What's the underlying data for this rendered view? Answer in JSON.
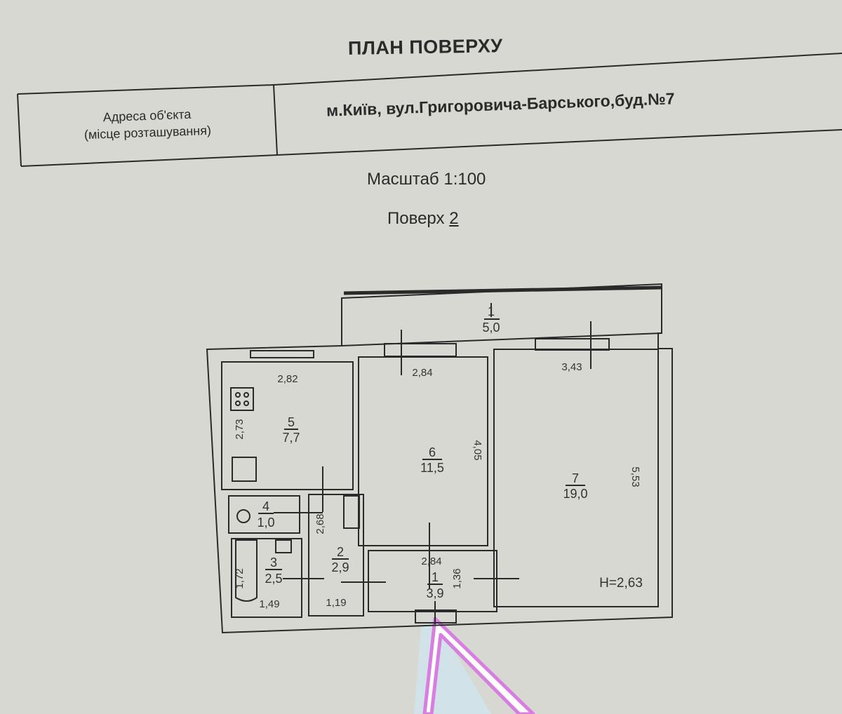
{
  "title": "ПЛАН ПОВЕРХУ",
  "address": {
    "label_line1": "Адреса об'єкта",
    "label_line2": "(місце розташування)",
    "value": "м.Київ, вул.Григоровича-Барського,буд.№7"
  },
  "scale": "Масштаб 1:100",
  "floor": {
    "label": "Поверх",
    "number": "2"
  },
  "plan": {
    "ceiling_height": "H=2,63",
    "rooms": [
      {
        "number": "1",
        "area": "5,0",
        "name_hint": "balcony"
      },
      {
        "number": "5",
        "area": "7,7"
      },
      {
        "number": "6",
        "area": "11,5"
      },
      {
        "number": "7",
        "area": "19,0"
      },
      {
        "number": "4",
        "area": "1,0"
      },
      {
        "number": "3",
        "area": "2,5"
      },
      {
        "number": "2",
        "area": "2,9"
      },
      {
        "number": "1",
        "area": "3,9"
      }
    ],
    "dimensions": [
      "2,82",
      "2,73",
      "2,84",
      "4,05",
      "3,43",
      "5,53",
      "2,68",
      "1,72",
      "1,49",
      "1,19",
      "2,84",
      "1,36"
    ]
  },
  "colors": {
    "paper": "#d8d8d2",
    "ink": "#2a2a2a",
    "arrow": "#d77ee0",
    "arrow_fill": "#cfe6ee"
  }
}
